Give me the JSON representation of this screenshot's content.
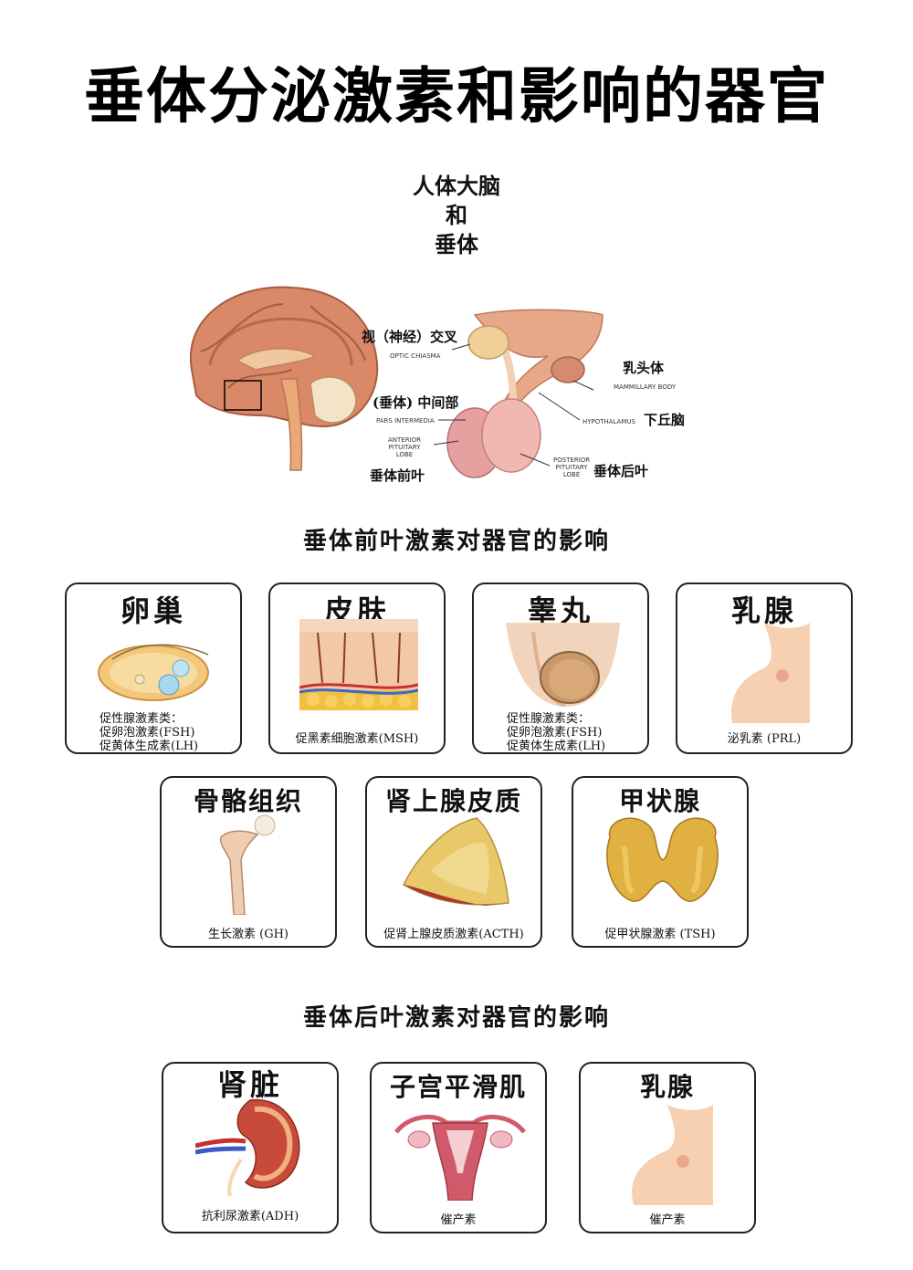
{
  "title": "垂体分泌激素和影响的器官",
  "brain_heading": [
    "人体大脑",
    "和",
    "垂体"
  ],
  "brain_labels": {
    "optic_cn": "视（神经）交叉",
    "optic_en": "OPTIC CHIASMA",
    "mammillary_cn": "乳头体",
    "mammillary_en": "MAMMILLARY BODY",
    "pars_cn": "(垂体) 中间部",
    "pars_en": "PARS INTERMEDIA",
    "anterior_en": [
      "ANTERIOR",
      "PITUITARY",
      "LOBE"
    ],
    "anterior_cn": "垂体前叶",
    "hypothalamus_en": "HYPOTHALAMUS",
    "hypothalamus_cn": "下丘脑",
    "posterior_en": [
      "POSTERIOR",
      "PITUITARY",
      "LOBE"
    ],
    "posterior_cn": "垂体后叶"
  },
  "anterior_section": {
    "heading": "垂体前叶激素对器官的影响",
    "cards": [
      {
        "title": "卵巢",
        "lines": [
          "促性腺激素类：",
          "促卵泡激素(FSH)",
          "促黄体生成素(LH)"
        ]
      },
      {
        "title": "皮肤",
        "lines": [
          "促黑素细胞激素(MSH)"
        ]
      },
      {
        "title": "睾丸",
        "lines": [
          "促性腺激素类：",
          "促卵泡激素(FSH)",
          "促黄体生成素(LH)"
        ]
      },
      {
        "title": "乳腺",
        "lines": [
          "泌乳素 (PRL)"
        ]
      },
      {
        "title": "骨骼组织",
        "lines": [
          "生长激素 (GH)"
        ]
      },
      {
        "title": "肾上腺皮质",
        "lines": [
          "促肾上腺皮质激素(ACTH)"
        ]
      },
      {
        "title": "甲状腺",
        "lines": [
          "促甲状腺激素 (TSH)"
        ]
      }
    ]
  },
  "posterior_section": {
    "heading": "垂体后叶激素对器官的影响",
    "cards": [
      {
        "title": "肾脏",
        "lines": [
          "抗利尿激素(ADH)"
        ]
      },
      {
        "title": "子宫平滑肌",
        "lines": [
          "催产素"
        ]
      },
      {
        "title": "乳腺",
        "lines": [
          "催产素"
        ]
      }
    ]
  }
}
